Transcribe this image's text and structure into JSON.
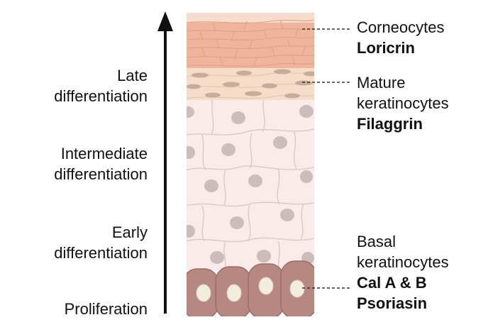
{
  "stages": [
    {
      "id": "late",
      "label": "Late\ndifferentiation"
    },
    {
      "id": "intermediate",
      "label": "Intermediate\ndifferentiation"
    },
    {
      "id": "early",
      "label": "Early\ndifferentiation"
    },
    {
      "id": "proliferation",
      "label": "Proliferation"
    }
  ],
  "cell_types": [
    {
      "id": "corneocytes",
      "name_lines": [
        "Corneocytes"
      ],
      "markers": [
        "Loricrin"
      ]
    },
    {
      "id": "mature",
      "name_lines": [
        "Mature",
        "keratinocytes"
      ],
      "markers": [
        "Filaggrin"
      ]
    },
    {
      "id": "basal",
      "name_lines": [
        "Basal",
        "keratinocytes"
      ],
      "markers": [
        "Cal A & B",
        "Psoriasin"
      ]
    }
  ],
  "colors": {
    "cornified": "#eeb59c",
    "granular": "#f6ddc9",
    "spinous": "#fbeaea",
    "basal": "#b78782",
    "nucleus": "#cdbcbc",
    "basal_nucleus": "#f3ede0",
    "arrow": "#111111",
    "leader": "#333333"
  }
}
